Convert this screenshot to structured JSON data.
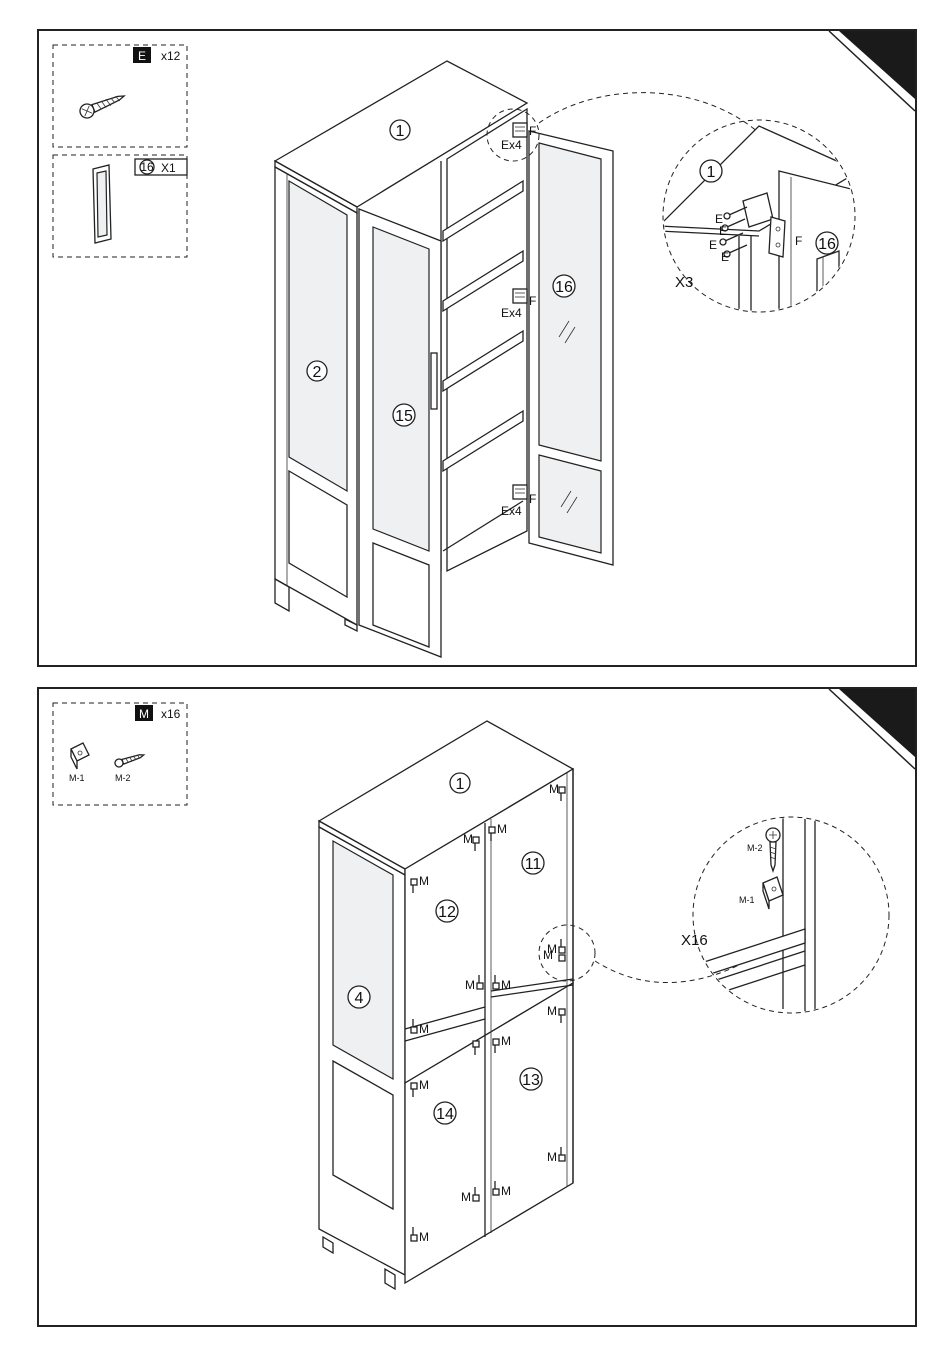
{
  "steps": [
    {
      "parts_box": {
        "screw_label": "E",
        "screw_qty": "x12",
        "door_label": "16",
        "door_qty": "X1"
      },
      "callouts": {
        "top_panel": "1",
        "left_door": "2",
        "middle_door": "15",
        "right_door": "16",
        "hinge_tag": "Ex4",
        "hinge_part": "F"
      },
      "detail": {
        "top_panel": "1",
        "door": "16",
        "screw_letter": "E",
        "hinge_letter": "F",
        "multiplier": "X3"
      }
    },
    {
      "parts_box": {
        "part_label": "M",
        "part_qty": "x16",
        "bracket_label": "M-1",
        "screw_label": "M-2"
      },
      "callouts": {
        "top_panel": "1",
        "side_panel": "4",
        "back_upper_right": "11",
        "back_upper_left": "12",
        "back_lower_right": "13",
        "back_lower_left": "14",
        "fastener": "M"
      },
      "detail": {
        "screw_label": "M-2",
        "bracket_label": "M-1",
        "multiplier": "X16"
      }
    }
  ]
}
